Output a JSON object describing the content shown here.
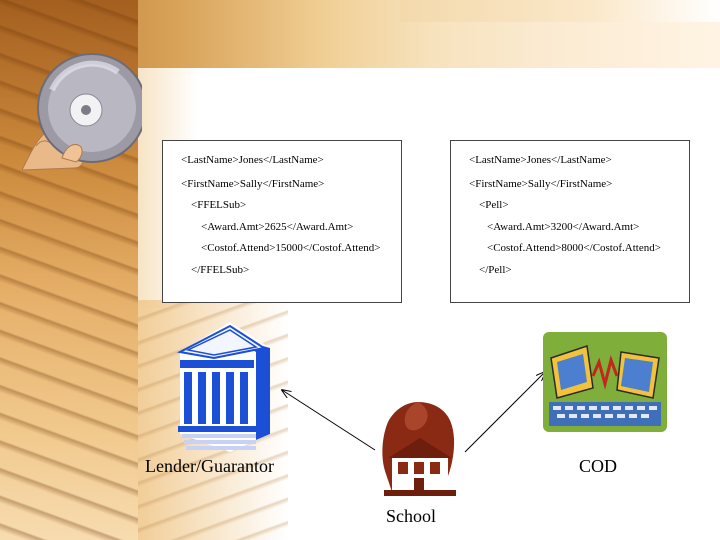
{
  "ffel_box": {
    "lines": [
      "<LastName>Jones</LastName>",
      "<FirstName>Sally</FirstName>",
      "<FFELSub>",
      "<Award.Amt>2625</Award.Amt>",
      "<Costof.Attend>15000</Costof.Attend>",
      "</FFELSub>"
    ]
  },
  "pell_box": {
    "lines": [
      "<LastName>Jones</LastName>",
      "<FirstName>Sally</FirstName>",
      "<Pell>",
      "<Award.Amt>3200</Award.Amt>",
      "<Costof.Attend>8000</Costof.Attend>",
      "</Pell>"
    ]
  },
  "nodes": {
    "lender": "Lender/Guarantor",
    "cod": "COD",
    "school": "School"
  },
  "icons": {
    "cd": "cd-in-hand-icon",
    "bank": "bank-building-icon",
    "school": "school-building-icon",
    "cod": "computers-network-icon"
  },
  "colors": {
    "bank_blue": "#1a4fd6",
    "school_brown": "#8a2a14",
    "cod_green": "#7fae3a"
  }
}
